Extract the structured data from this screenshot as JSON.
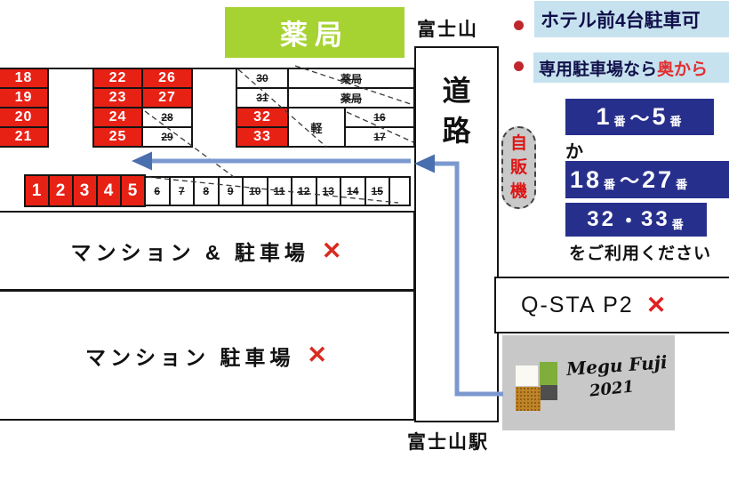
{
  "map": {
    "pharmacy": "薬局",
    "pharmacy_spot": "薬局",
    "mt_fuji": "富士山",
    "station": "富士山駅",
    "road_chars": [
      "道",
      "路"
    ],
    "vending_chars": [
      "自",
      "販",
      "機"
    ],
    "mansion_1": "マンション & 駐車場",
    "mansion_2": "マンション 駐車場",
    "qsta": "Q-STA P2",
    "cross": "✕",
    "kei": "軽"
  },
  "spots": {
    "colA": [
      "18",
      "19",
      "20",
      "21"
    ],
    "colB": [
      "22",
      "23",
      "24",
      "25"
    ],
    "colC_red": [
      "26",
      "27"
    ],
    "colC_struck": [
      "28",
      "29"
    ],
    "tblL_struck": [
      "30",
      "31"
    ],
    "tblL_red": [
      "32",
      "33"
    ],
    "tblR_struck": [
      "16",
      "17"
    ],
    "row_red": [
      "1",
      "2",
      "3",
      "4",
      "5"
    ],
    "row_struck": [
      "6",
      "7",
      "8",
      "9",
      "10",
      "11",
      "12",
      "13",
      "14",
      "15"
    ]
  },
  "notes": {
    "note1": "ホテル前4台駐車可",
    "note2_main": "専用駐車場なら",
    "note2_red": "奥から"
  },
  "signs": {
    "s1": {
      "n1": "1",
      "b1": "番",
      "tilde": "～",
      "n2": "5",
      "b2": "番"
    },
    "between": "か",
    "s2": {
      "n1": "18",
      "b1": "番",
      "tilde": "～",
      "n2": "27",
      "b2": "番"
    },
    "s3": {
      "n1": "32",
      "dot": "・",
      "n2": "33",
      "b2": "番"
    },
    "footer": "をご利用ください"
  },
  "logo": {
    "line1": "Megu Fuji",
    "line2": "2021"
  },
  "colors": {
    "spot_red": "#e82115",
    "navy": "#272f8c",
    "pharmacy_green": "#a6d332",
    "note_highlight": "#c7e2ef",
    "note_text": "#10104a",
    "accent_red": "#d92b20",
    "arrow_blue": "#7b99cf",
    "logo_bg": "#c8c8c8"
  }
}
